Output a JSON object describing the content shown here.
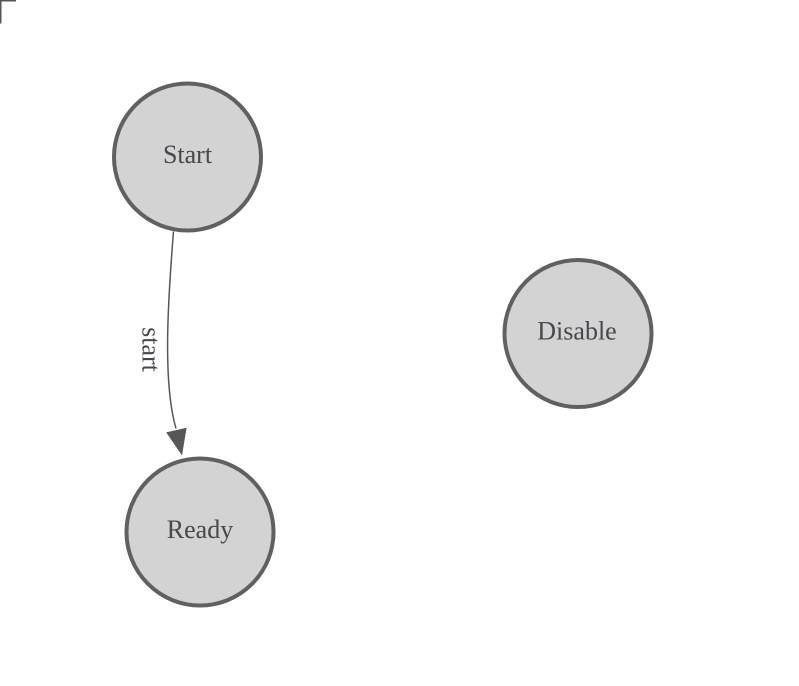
{
  "canvas": {
    "background": "#ffffff",
    "corner_mark_color": "#555555"
  },
  "diagram": {
    "type": "state-diagram",
    "node_fill": "#d3d3d3",
    "node_stroke": "#606060",
    "node_text_color": "#45484d",
    "edge_color": "#575757",
    "edge_text_color": "#45484d",
    "nodes": [
      {
        "id": "start",
        "label": "Start"
      },
      {
        "id": "ready",
        "label": "Ready"
      },
      {
        "id": "disable",
        "label": "Disable"
      }
    ],
    "edges": [
      {
        "from": "start",
        "to": "ready",
        "label": "start"
      }
    ]
  }
}
